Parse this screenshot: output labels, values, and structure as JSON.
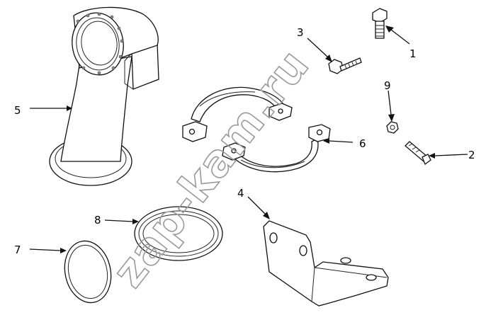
{
  "callouts": {
    "c1": "1",
    "c2": "2",
    "c3": "3",
    "c4": "4",
    "c5": "5",
    "c6": "6",
    "c7": "7",
    "c8": "8",
    "c9": "9"
  },
  "watermark": "zap-kam.ru"
}
